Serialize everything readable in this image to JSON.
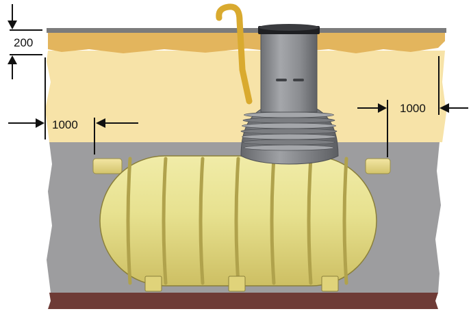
{
  "diagram": {
    "labels": {
      "top_cover_depth": "200",
      "left_clearance": "1000",
      "right_clearance": "1000"
    },
    "colors": {
      "surface_line": "#7b7b7b",
      "topsoil": "#e3b55d",
      "sand_fill": "#f7e3a8",
      "gravel_backfill": "#9d9d9f",
      "base_soil": "#6e3b36",
      "tank_body": "#e7e18f",
      "tank_outline": "#8a7f3a",
      "riser": "#8c8e92",
      "vent_pipe": "#d9aa2f",
      "dimension_line": "#111111"
    }
  }
}
